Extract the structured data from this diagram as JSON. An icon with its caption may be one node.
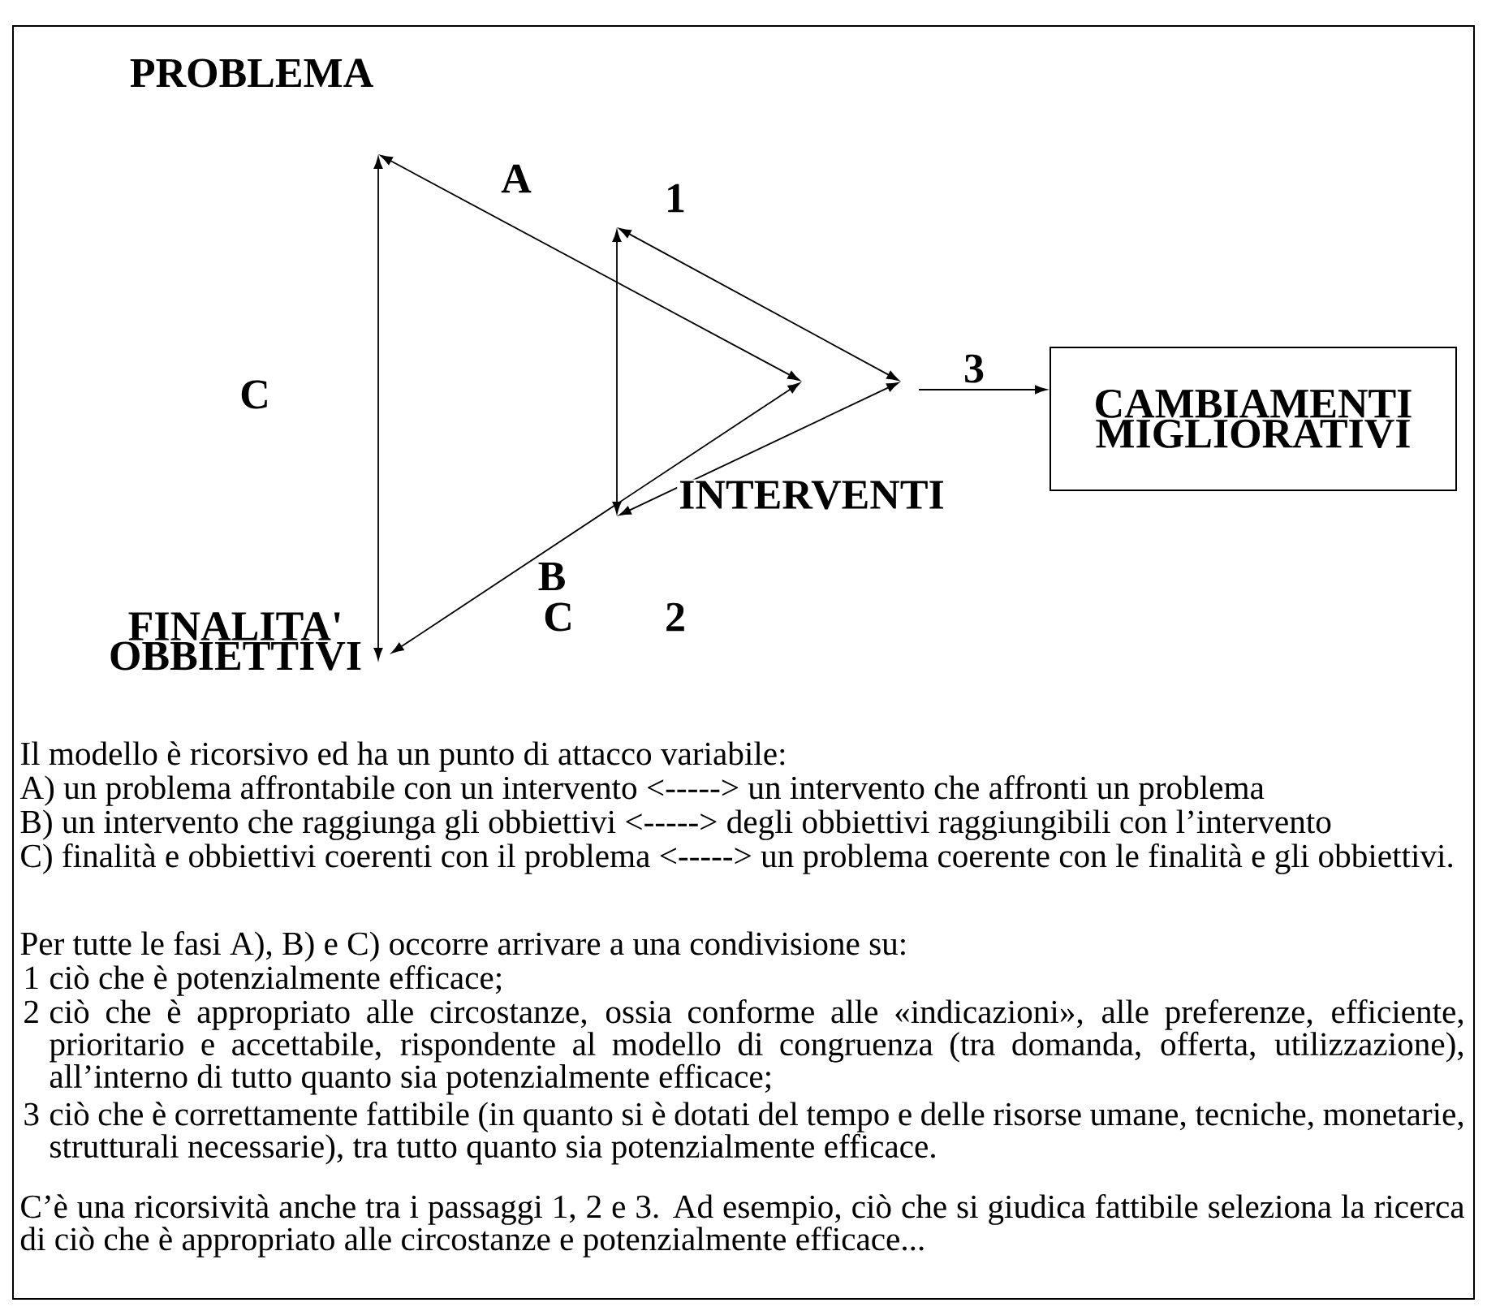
{
  "diagram": {
    "nodes": [
      {
        "text": [
          "PROBLEMA"
        ]
      },
      {
        "text": [
          "FINALITA' OBBIETTIVI"
        ]
      },
      {
        "text": [
          "INTERVENTI"
        ]
      },
      {
        "text": [
          "CAMBIAMENTI MIGLIORATIVI"
        ]
      }
    ],
    "edges": [
      {
        "from": 0,
        "to": 2,
        "arrow": "both"
      },
      {
        "from": 1,
        "to": 2,
        "arrow": "both"
      },
      {
        "from": 0,
        "to": 1,
        "arrow": "both"
      },
      {
        "from": 2,
        "to": 3,
        "arrow": "to",
        "label": "3"
      }
    ],
    "labels": [
      "A",
      "1",
      "C",
      "B",
      "C",
      "2",
      "Il modello è ricorsivo ed ha un punto di attacco variabile:",
      "A) un problema affrontabile con un intervento <-----> un intervento che affronti un problema",
      "B) un intervento che raggiunga gli obbiettivi <-----> degli obbiettivi raggiungibili con l’intervento",
      "C) finalità e obbiettivi coerenti con il problema <-----> un problema coerente con le finalità e gli obbiettivi.",
      "Per tutte le fasi A), B) e C) occorre arrivare a una condivisione su:",
      "1",
      "ciò che è potenzialmente efficace;",
      "2",
      "ciò che è appropriato alle circostanze, ossia conforme alle «indicazioni», alle preferenze, efficiente, prioritario e accettabile, rispondente al modello di congruenza (tra domanda, offerta, utilizzazione), all’interno di tutto quanto sia potenzialmente efficace;",
      "3",
      "ciò che è correttamente fattibile (in quanto si è dotati del tempo e delle risorse umane, tecniche, monetarie, strutturali necessarie), tra tutto quanto sia potenzialmente efficace.",
      "C’è una ricorsività anche tra i passaggi 1, 2 e 3. Ad esempio, ciò che si giudica fattibile seleziona la ricerca di ciò che è appropriato alle circostanze e potenzialmente efficace..."
    ]
  }
}
